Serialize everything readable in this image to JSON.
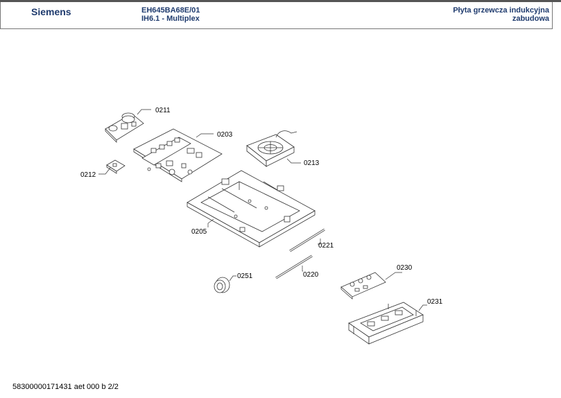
{
  "header": {
    "brand": "Siemens",
    "model_line1": "EH645BA68E/01",
    "model_line2": "IH6.1 - Multiplex",
    "description_line1": "Płyta grzewcza indukcyjna",
    "description_line2": "zabudowa"
  },
  "parts": [
    {
      "id": "0211"
    },
    {
      "id": "0203"
    },
    {
      "id": "0213"
    },
    {
      "id": "0212"
    },
    {
      "id": "0205"
    },
    {
      "id": "0221"
    },
    {
      "id": "0220"
    },
    {
      "id": "0251"
    },
    {
      "id": "0230"
    },
    {
      "id": "0231"
    }
  ],
  "footer": {
    "document_id": "58300000171431 aet 000 b 2/2"
  }
}
